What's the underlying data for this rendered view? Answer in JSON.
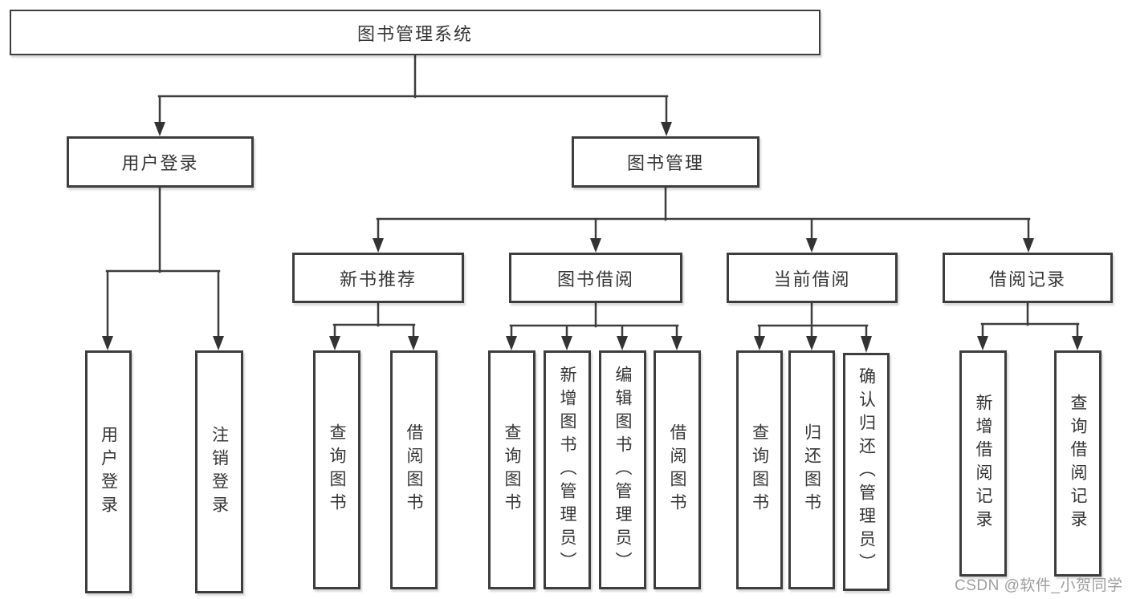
{
  "diagram": {
    "watermark": "CSDN @软件_小贺同学",
    "colors": {
      "line": "#3d3d3d",
      "text": "#353535",
      "watermark": "#9d9d9d",
      "background": "#ffffff"
    },
    "root": {
      "label": "图书管理系统"
    },
    "level2": [
      {
        "label": "用户登录"
      },
      {
        "label": "图书管理"
      }
    ],
    "level3": [
      {
        "label": "新书推荐"
      },
      {
        "label": "图书借阅"
      },
      {
        "label": "当前借阅"
      },
      {
        "label": "借阅记录"
      }
    ],
    "leaves": {
      "user_login": [
        {
          "label": "用户登录"
        },
        {
          "label": "注销登录"
        }
      ],
      "new_book_recommend": [
        {
          "label": "查询图书"
        },
        {
          "label": "借阅图书"
        }
      ],
      "book_borrow": [
        {
          "label": "查询图书"
        },
        {
          "label": "新增图书（管理员）"
        },
        {
          "label": "编辑图书（管理员）"
        },
        {
          "label": "借阅图书"
        }
      ],
      "current_borrow": [
        {
          "label": "查询图书"
        },
        {
          "label": "归还图书"
        },
        {
          "label": "确认归还（管理员）"
        }
      ],
      "borrow_records": [
        {
          "label": "新增借阅记录"
        },
        {
          "label": "查询借阅记录"
        }
      ]
    }
  }
}
